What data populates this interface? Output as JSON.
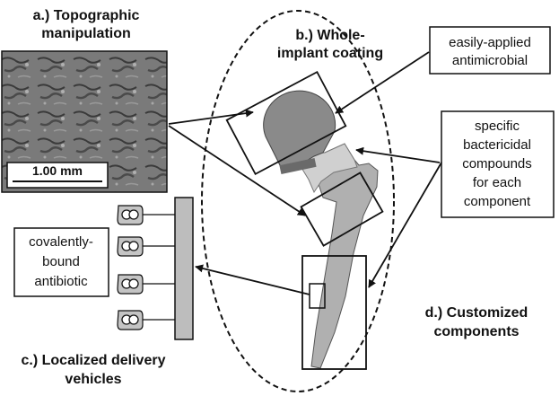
{
  "labels": {
    "a_line1": "a.) Topographic",
    "a_line2": "manipulation",
    "b_line1": "b.) Whole-",
    "b_line2": "implant coating",
    "c_line1": "c.) Localized delivery",
    "c_line2": "vehicles",
    "d_line1": "d.) Customized",
    "d_line2": "components"
  },
  "callouts": {
    "antimicrobial": [
      "easily-applied",
      "antimicrobial"
    ],
    "bactericidal": [
      "specific",
      "bactericidal",
      "compounds",
      "for each",
      "component"
    ],
    "antibiotic": [
      "covalently-",
      "bound",
      "antibiotic"
    ]
  },
  "scale_bar": {
    "label": "1.00 mm"
  },
  "colors": {
    "line": "#111111",
    "femoral_head": "#8a8a8a",
    "neck": "#d0d0d0",
    "stem": "#b0b0b0",
    "vehicle_bar": "#bdbdbd",
    "vehicle_shell": "#c4c4c4"
  }
}
